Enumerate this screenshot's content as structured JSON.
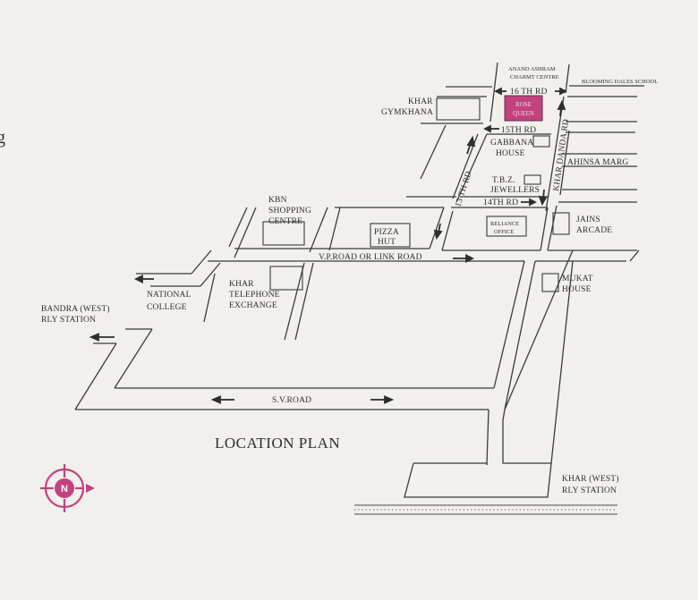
{
  "title": "LOCATION PLAN",
  "colors": {
    "highlight": "#c2417e",
    "compass": "#c2417e",
    "road": "#3a3a3a",
    "background": "#f2f0ec"
  },
  "highlight_label": [
    "ROSE",
    "QUEEN"
  ],
  "roads": {
    "sixteenth": "16 TH RD",
    "fifteenth": "15TH RD",
    "fourteenth": "14TH RD",
    "thirteenth": "13 TH RD",
    "khar_danda": "KHAR DANDA RD",
    "ahinsa": "AHINSA MARG",
    "vp_road": "V.P.ROAD OR LINK ROAD",
    "sv_road": "S.V.ROAD"
  },
  "landmarks": {
    "anand_ashram": [
      "ANAND ASHRAM",
      "CHARMT CENTRE"
    ],
    "blooming_dales": "BLOOMING DALES SCHOOL",
    "khar_gymkhana": [
      "KHAR",
      "GYMKHANA"
    ],
    "gabbana": [
      "GABBANA",
      "HOUSE"
    ],
    "tbz": [
      "T.B.Z.",
      "JEWELLERS"
    ],
    "kbn": [
      "KBN",
      "SHOPPING",
      "CENTRE"
    ],
    "pizza_hut": [
      "PIZZA",
      "HUT"
    ],
    "reliance": [
      "RELIANCE",
      "OFFICE"
    ],
    "jains": [
      "JAINS",
      "ARCADE"
    ],
    "mukat": [
      "MUKAT",
      "HOUSE"
    ],
    "national_college": [
      "NATIONAL",
      "COLLEGE"
    ],
    "khar_telephone": [
      "KHAR",
      "TELEPHONE",
      "EXCHANGE"
    ],
    "bandra_station": [
      "BANDRA (WEST)",
      "RLY STATION"
    ],
    "khar_station": [
      "KHAR (WEST)",
      "RLY STATION"
    ]
  },
  "compass": {
    "label": "N",
    "icon": "compass-rose-icon"
  }
}
